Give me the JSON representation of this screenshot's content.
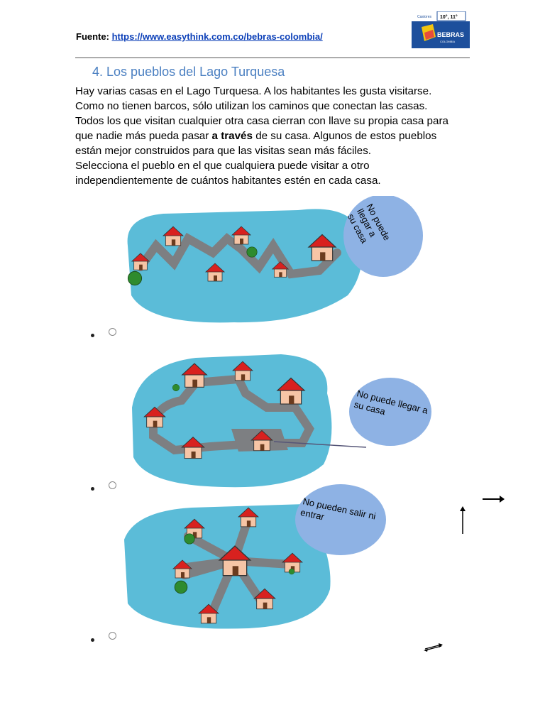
{
  "header": {
    "source_label": "Fuente:",
    "source_url": "https://www.easythink.com.co/bebras-colombia/",
    "logo_grades": "10°, 11°",
    "logo_brand": "BEBRAS",
    "logo_sub": "COLOMBIA",
    "logo_top": "Castores"
  },
  "question": {
    "number": "4.",
    "title": "Los pueblos del Lago Turquesa",
    "lines": [
      "Hay varias casas en el Lago Turquesa. A los habitantes les gusta visitarse.",
      "Como no tienen barcos, sólo utilizan los caminos que conectan las casas.",
      "Todos los que visitan cualquier otra casa cierran con llave su propia casa para",
      "que nadie más pueda pasar",
      "a través",
      "de su casa. Algunos de estos pueblos",
      "están mejor construidos para que las visitas sean más fáciles.",
      "Selecciona el pueblo en el que cualquiera puede visitar a otro",
      "independientemente de cuántos habitantes estén en cada casa."
    ]
  },
  "options": [
    {
      "bubble": [
        "No puede",
        "llegar a",
        "su casa"
      ]
    },
    {
      "bubble": [
        "No puede llegar a",
        "su casa"
      ]
    },
    {
      "bubble": [
        "No pueden salir ni",
        "entrar"
      ]
    }
  ],
  "colors": {
    "lake": "#5bbcd8",
    "road": "#7d7f82",
    "roof": "#d8211f",
    "wall": "#f6c5a6",
    "bubble": "#8eb2e4",
    "tree": "#2e8b2e"
  }
}
